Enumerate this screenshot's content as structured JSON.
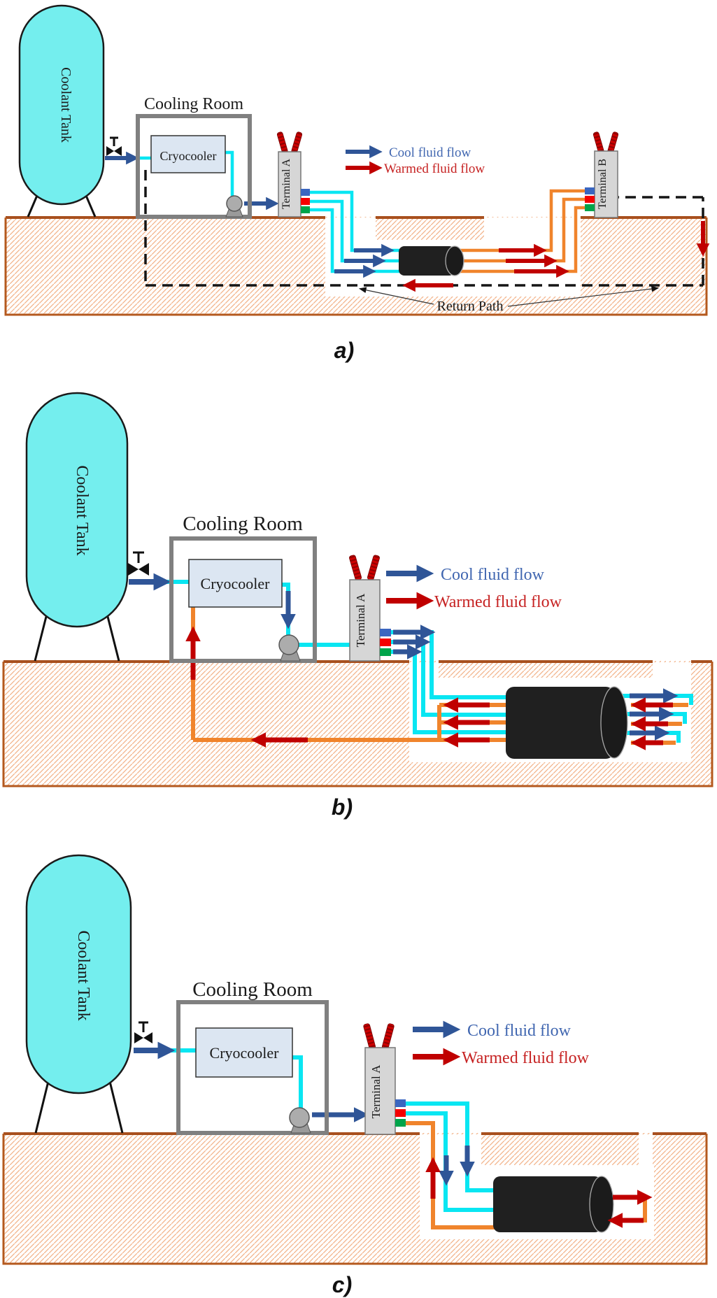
{
  "panels": [
    {
      "letter": "a)",
      "tank": "Coolant Tank",
      "room": "Cooling Room",
      "cryocooler": "Cryocooler",
      "terminal_a": "Terminal A",
      "terminal_b": "Terminal B",
      "legend_cool": "Cool fluid flow",
      "legend_warm": "Warmed fluid flow",
      "return_path": "Return Path"
    },
    {
      "letter": "b)",
      "tank": "Coolant Tank",
      "room": "Cooling Room",
      "cryocooler": "Cryocooler",
      "terminal_a": "Terminal A",
      "legend_cool": "Cool fluid flow",
      "legend_warm": "Warmed fluid flow"
    },
    {
      "letter": "c)",
      "tank": "Coolant Tank",
      "room": "Cooling Room",
      "cryocooler": "Cryocooler",
      "terminal_a": "Terminal A",
      "legend_cool": "Cool fluid flow",
      "legend_warm": "Warmed fluid flow"
    }
  ],
  "colors": {
    "tank_fill": "#74EEEE",
    "pipe_cool": "#09E6F2",
    "pipe_warm": "#F0842C",
    "arrow_cool": "#2F5597",
    "arrow_warm": "#C00000",
    "legend_cool_text": "#4066B0",
    "legend_warm_text": "#C62222",
    "ground_border": "#B4591E",
    "ground_hatch": "#F2B38A",
    "connector_blue": "#3A66C0",
    "connector_red": "#F50000",
    "connector_green": "#00A44A",
    "cryocooler_fill": "#DCE6F2",
    "room_border": "#808080",
    "terminal_fill": "#D6D6D6",
    "bushing_red": "#CF0000",
    "cable_fill": "#202020",
    "return_path_dash": "#151515"
  }
}
